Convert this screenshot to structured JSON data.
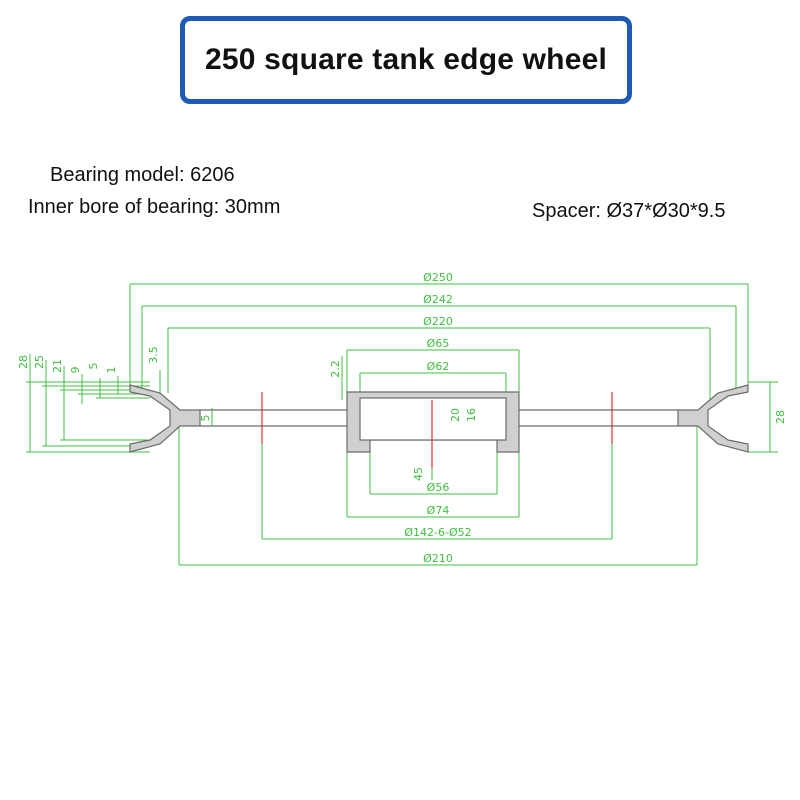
{
  "title": "250 square tank edge wheel",
  "info": {
    "bearing_model": "Bearing model: 6206",
    "inner_bore": "Inner bore of bearing: 30mm",
    "spacer": "Spacer: Ø37*Ø30*9.5"
  },
  "colors": {
    "title_border": "#1f5bb5",
    "outline": "#6b6b6b",
    "dimension": "#3fbf3f",
    "centerline": "#e03030"
  },
  "dimensions": {
    "horizontal": {
      "d250": "Ø250",
      "d242": "Ø242",
      "d220": "Ø220",
      "d65": "Ø65",
      "d62": "Ø62",
      "d56": "Ø56",
      "d74": "Ø74",
      "d142": "Ø142-6-Ø52",
      "d210": "Ø210"
    },
    "vertical_left": [
      "28",
      "25",
      "21",
      "9",
      "5",
      "1",
      "3.5"
    ],
    "vertical_other": {
      "v2_2": "2.2",
      "v5": "5",
      "v20": "20",
      "v16": "16",
      "v45": "45",
      "v28": "28"
    }
  }
}
